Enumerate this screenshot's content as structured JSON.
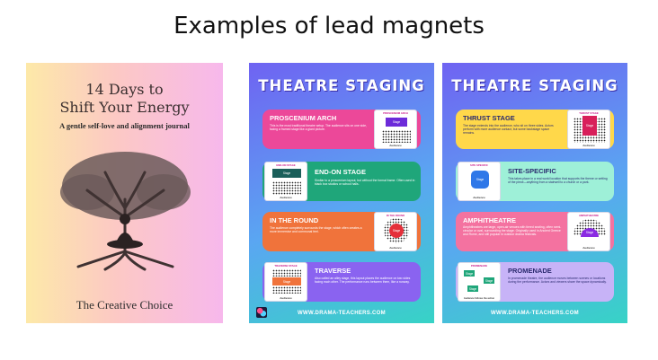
{
  "heading": "Examples of lead magnets",
  "journal": {
    "title_line1": "14 Days to",
    "title_line2": "Shift Your Energy",
    "subtitle": "A gentle self-love and alignment journal",
    "author": "The Creative Choice",
    "illustration": "tree-of-life-meditation-icon",
    "colors": {
      "gradient_left": "#fde9a8",
      "gradient_right": "#f7b8ec"
    }
  },
  "posters": [
    {
      "title": "THEATRE STAGING",
      "footer": "WWW.DRAMA-TEACHERS.COM",
      "cards": [
        {
          "name": "PROSCENIUM ARCH",
          "color": "#ec4899",
          "diagram_title": "PROSCENIUM ARCH",
          "diagram_stage": "Stage",
          "diagram_audience": "Audience",
          "desc": "This is the most traditional theatre setup. The audience sits on one side, facing a framed stage like a giant picture."
        },
        {
          "name": "END-ON STAGE",
          "color": "#1fa67a",
          "diagram_title": "END-ON STAGE",
          "diagram_stage": "Stage",
          "diagram_audience": "Audience",
          "desc": "Similar to a proscenium layout, but without the formal frame. Often used in black box studios or school halls."
        },
        {
          "name": "IN THE ROUND",
          "color": "#f0733b",
          "diagram_title": "IN THE ROUND",
          "diagram_stage": "Stage",
          "diagram_audience": "Audience",
          "desc": "The audience completely surrounds the stage, which often creates a more immersive and communal feel."
        },
        {
          "name": "TRAVERSE",
          "color": "#8a63f0",
          "diagram_title": "TRAVERSE STAGE",
          "diagram_stage": "Stage",
          "diagram_audience": "Audience",
          "desc": "Also called an alley stage, this layout places the audience on two sides facing each other. The performance runs between them, like a runway."
        }
      ]
    },
    {
      "title": "THEATRE STAGING",
      "footer": "WWW.DRAMA-TEACHERS.COM",
      "cards": [
        {
          "name": "THRUST STAGE",
          "color": "#ffd84a",
          "diagram_title": "THRUST STAGE",
          "diagram_stage": "Stage",
          "diagram_audience": "Audience",
          "desc": "The stage extends into the audience, who sit on three sides. Actors perform with more audience contact, but some backstage space remains."
        },
        {
          "name": "SITE-SPECIFIC",
          "color": "#9ef0d8",
          "diagram_title": "SITE SPECIFIC",
          "diagram_stage": "Stage",
          "diagram_audience": "Audience",
          "desc": "This takes place in a real world location that supports the theme or setting of the piece—anything from a stairwell to a church or a park."
        },
        {
          "name": "AMPHITHEATRE",
          "color": "#f472a0",
          "diagram_title": "AMPHITHEATRE",
          "diagram_stage": "Stage",
          "diagram_audience": "Audience",
          "desc": "Amphitheatres are large, open-air venues with tiered seating, often semi-circular or oval, surrounding the stage. Originally used in Ancient Greece and Rome, and still popular in outdoor drama festivals."
        },
        {
          "name": "PROMENADE",
          "color": "#c7b3f7",
          "diagram_title": "PROMENADE",
          "diagram_stage": "Stage",
          "diagram_audience": "Audience follows the action",
          "desc": "In promenade theatre, the audience moves between scenes or locations during the performance. Actors and viewers share the space dynamically."
        }
      ]
    }
  ]
}
